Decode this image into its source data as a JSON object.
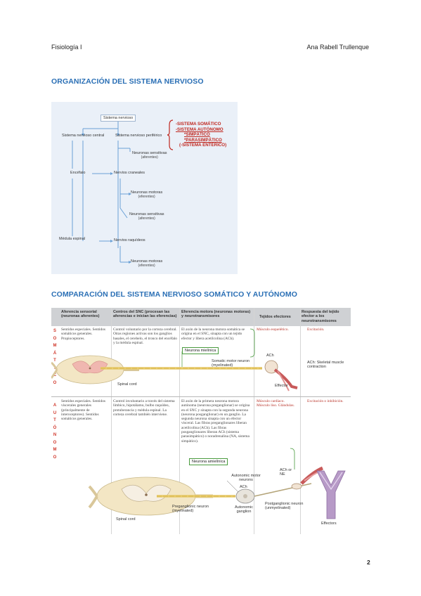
{
  "header": {
    "left": "Fisiología I",
    "right": "Ana Rabell Trullenque"
  },
  "section1": {
    "title": "ORGANIZACIÓN DEL SISTEMA NERVIOSO",
    "nodes": {
      "sistema_nervioso": "Sistema nervioso",
      "snc": "Sistema nervioso central",
      "snp": "Sistema nervioso periférico",
      "sensitivas1": "Neuronas sensitivas",
      "sensitivas1_sub": "(aferentes)",
      "encefalo": "Encéfalo",
      "craneales": "Nervios craneales",
      "motoras1": "Neuronas motoras",
      "motoras1_sub": "(eferentes)",
      "sensitivas2": "Neuronas sensitivas",
      "sensitivas2_sub": "(aferentes)",
      "medula": "Médula espinal",
      "raquideos": "Nervios raquídeos",
      "motoras2": "Neuronas motoras",
      "motoras2_sub": "(eferentes)"
    },
    "types": {
      "somatico": "-SISTEMA SOMÁTICO",
      "autonomo": "-SISTEMA AUTÓNOMO",
      "simpatico": "*SIMPÁTICO",
      "parasimpatico": "*PARASIMPÁTICO",
      "enterico": "(-SISTEMA ENTÉRICO)"
    },
    "colors": {
      "background": "#eaf0f8",
      "lines": "#6aa0d6",
      "types_text": "#c0271f"
    }
  },
  "section2": {
    "title": "COMPARACIÓN DEL SISTEMA NERVIOSO SOMÁTICO Y AUTÓNOMO",
    "columns": [
      "Aferencia sensorial (neuronas aferentes)",
      "Centros del SNC (procesan las aferencias e inician las eferencias)",
      "Eferencia motora (neuronas motoras) y neurotransmisores",
      "Tejidos efectores",
      "Respuesta del tejido efector a los neurotransmisores"
    ],
    "somatic_letters": [
      "S",
      "O",
      "M",
      "Á",
      "T",
      "I",
      "C",
      "O"
    ],
    "autonomic_letters": [
      "A",
      "U",
      "T",
      "Ó",
      "N",
      "O",
      "M",
      "O"
    ],
    "somatic": {
      "afferent": "Sentidos especiales. Sentidos somáticos generales. Propioceptores.",
      "centers": "Control voluntario por la corteza cerebral. Otras regiones activas son los ganglios basales, el cerebelo, el tronco del encéfalo y la médula espinal.",
      "efferent": "El axón de la neurona motora somática se origina en el SNC, sinapta con un tejido efector y libera acetilcolina (ACh).",
      "effectors": "Músculo esquelético.",
      "response": "Excitación.",
      "neuron_label": "Neurona mielínica",
      "spinal_cord": "Spinal cord",
      "motor_neuron": "Somatic motor neuron (myelinated)",
      "ach": "ACh",
      "effector": "Effector",
      "ach_effect": "ACh: Skeletal muscle contraction"
    },
    "autonomic": {
      "afferent": "Sentidos especiales. Sentidos viscerales generales (principalmente de interoceptores). Sentidos somáticos generales.",
      "centers": "Control involuntario a través del sistema límbico, hipotálamo, bulbo raquídeo, protuberancia y médula espinal. La corteza cerebral también interviene.",
      "efferent": "El axón de la primera neurona motora autónoma (neurona preganglionar) se origina en el SNC y sinapta con la segunda neurona (neurona posganglionar) en un ganglio. La segunda neurona sinapta con un efector visceral. Las fibras preganglionares liberan acetilcolina (ACh). Las fibras posganglionares liberan ACh (sistema parasimpático) o noradrenalina (NA, sistema simpático).",
      "effectors": "Músculo cardíaco. Músculo liso. Glándulas.",
      "response": "Excitación o inhibición.",
      "neuron_label": "Neurona amielínica",
      "spinal_cord": "Spinal cord",
      "motor_neurons": "Autonomic motor neurons",
      "ach": "ACh",
      "ach_or_ne": "ACh or NE",
      "pre": "Preganglionic neuron (myelinated)",
      "ganglion": "Autonomic ganglion",
      "post": "Postganglionic neuron (unmyelinated)",
      "effectors_lbl": "Effectors"
    },
    "colors": {
      "header_band": "#cfd1d4",
      "side_letters": "#d0372b",
      "bracket": "#4a9b3e",
      "cord": "#f3e6c4",
      "grey_matter": "#f0b7b0"
    }
  },
  "page_number": "2"
}
